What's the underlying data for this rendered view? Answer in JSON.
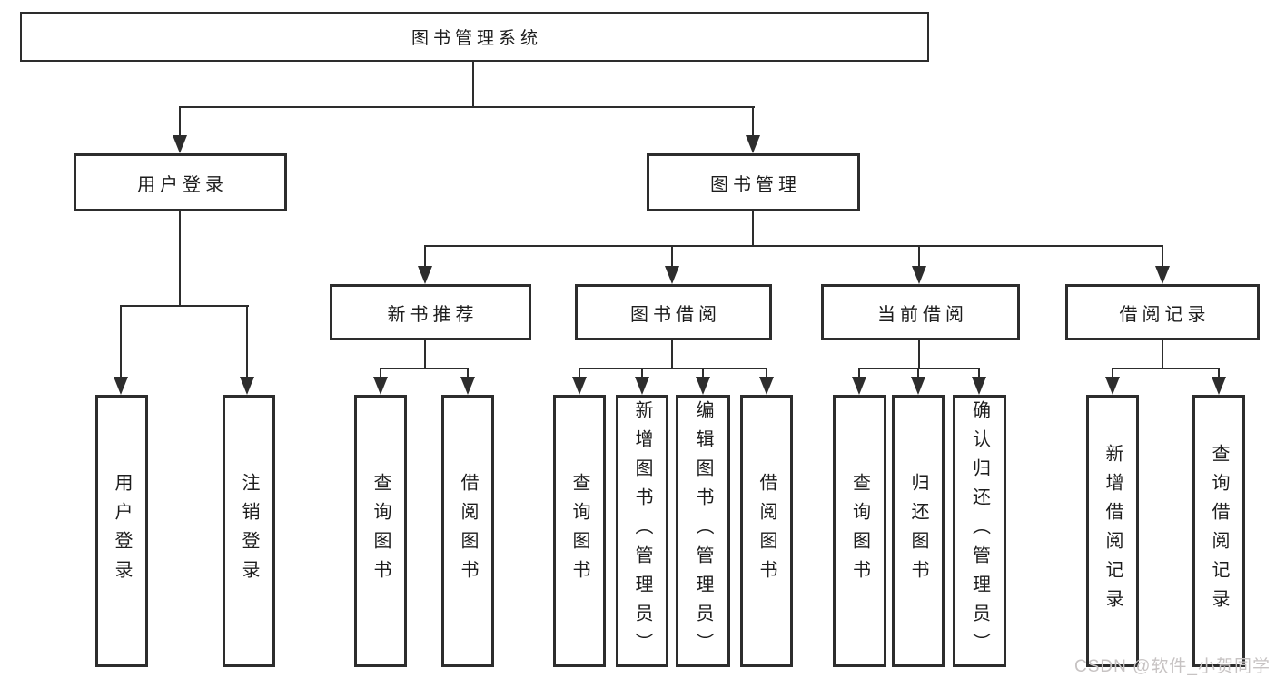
{
  "diagram": {
    "title": "图书管理系统",
    "type": "hierarchy-tree",
    "colors": {
      "background": "#ffffff",
      "line": "#2d2d2d",
      "text": "#1d1d1d",
      "watermark": "#c7c3c3"
    },
    "root": {
      "label": "图书管理系统"
    },
    "level2": [
      {
        "label": "用户登录",
        "parent": "图书管理系统"
      },
      {
        "label": "图书管理",
        "parent": "图书管理系统"
      }
    ],
    "level3": [
      {
        "label": "新书推荐",
        "parent": "图书管理"
      },
      {
        "label": "图书借阅",
        "parent": "图书管理"
      },
      {
        "label": "当前借阅",
        "parent": "图书管理"
      },
      {
        "label": "借阅记录",
        "parent": "图书管理"
      }
    ],
    "leaves": [
      {
        "label": "用户登录",
        "parent": "用户登录"
      },
      {
        "label": "注销登录",
        "parent": "用户登录"
      },
      {
        "label": "查询图书",
        "parent": "新书推荐"
      },
      {
        "label": "借阅图书",
        "parent": "新书推荐"
      },
      {
        "label": "查询图书",
        "parent": "图书借阅"
      },
      {
        "label": "新增图书（管理员）",
        "parent": "图书借阅"
      },
      {
        "label": "编辑图书（管理员）",
        "parent": "图书借阅"
      },
      {
        "label": "借阅图书",
        "parent": "图书借阅"
      },
      {
        "label": "查询图书",
        "parent": "当前借阅"
      },
      {
        "label": "归还图书",
        "parent": "当前借阅"
      },
      {
        "label": "确认归还（管理员）",
        "parent": "当前借阅"
      },
      {
        "label": "新增借阅记录",
        "parent": "借阅记录"
      },
      {
        "label": "查询借阅记录",
        "parent": "借阅记录"
      }
    ],
    "watermark": "CSDN @软件_小贺同学"
  }
}
